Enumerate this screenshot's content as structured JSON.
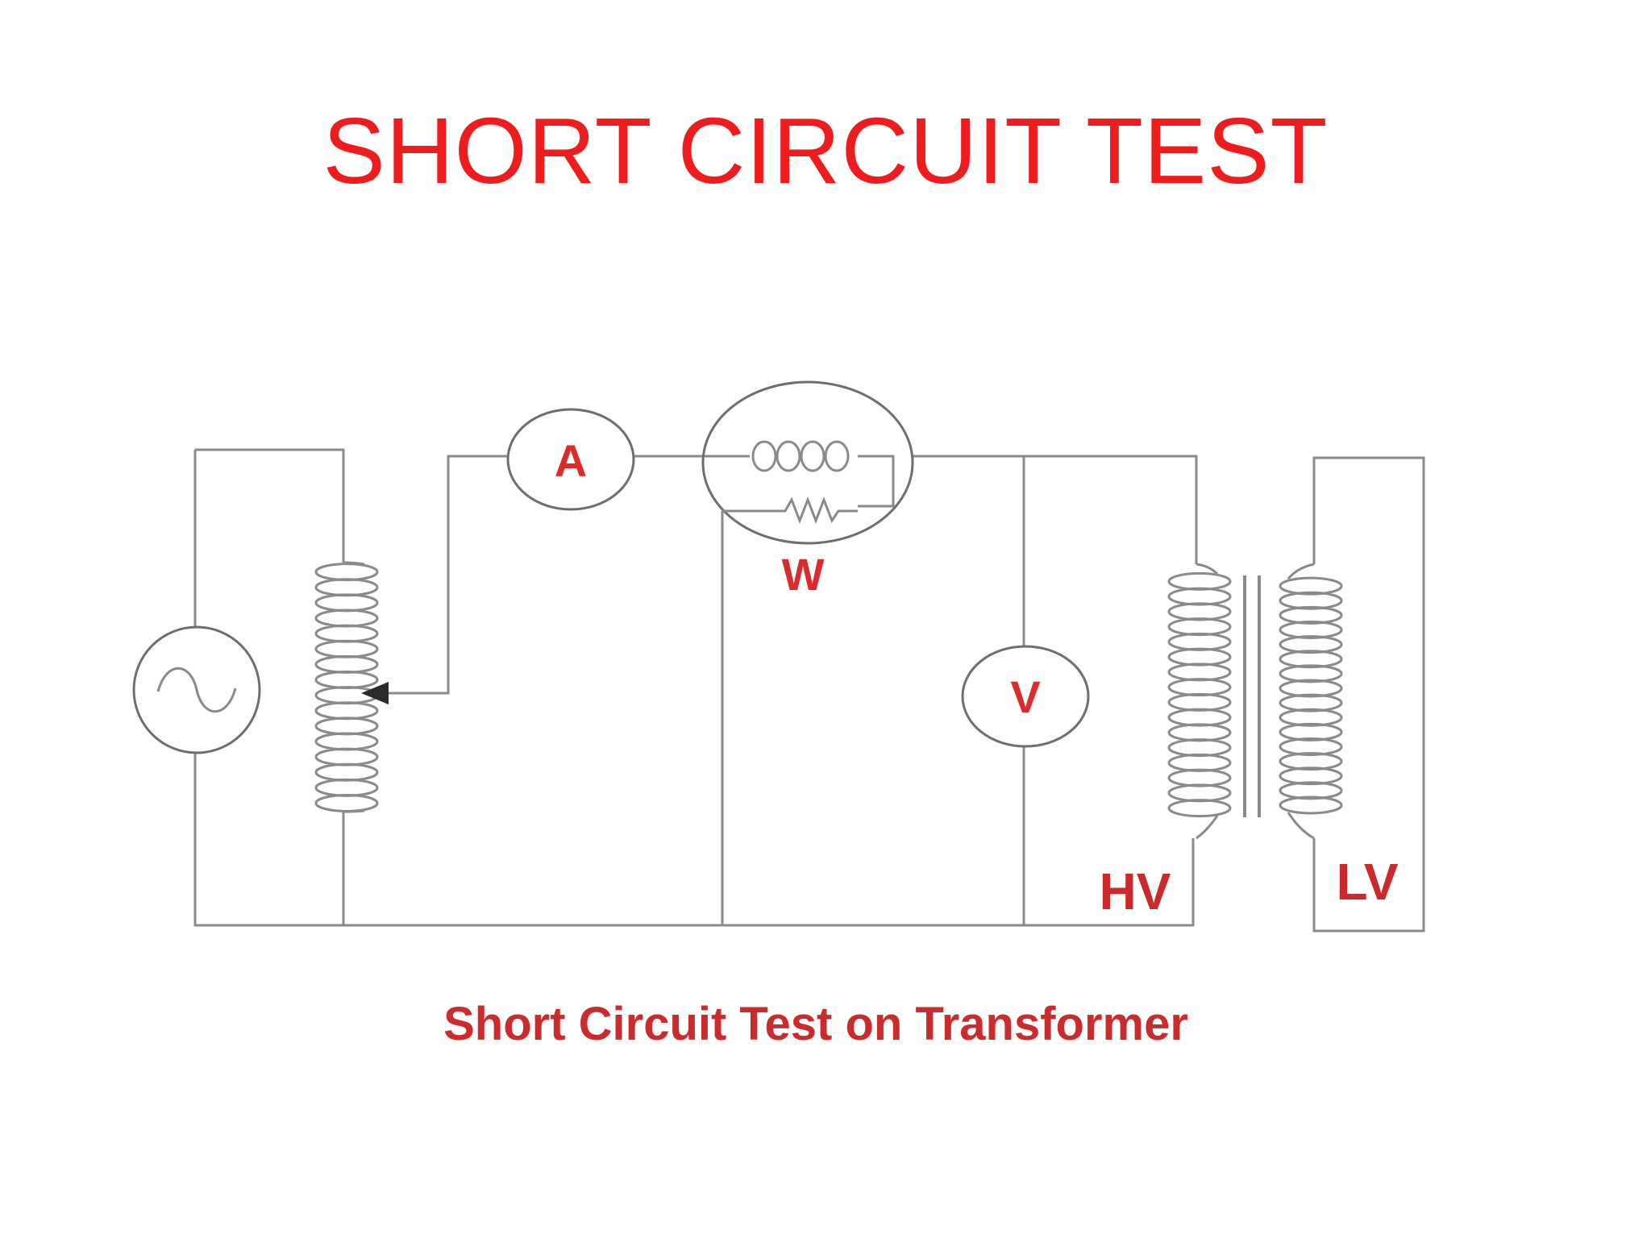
{
  "slide": {
    "title": "SHORT CIRCUIT TEST"
  },
  "diagram": {
    "ammeter_label": "A",
    "wattmeter_label": "W",
    "voltmeter_label": "V",
    "hv_label": "HV",
    "lv_label": "LV",
    "caption": "Short Circuit Test on Transformer"
  },
  "colors": {
    "title": "#ee1c1c",
    "labels": "#cc2a2a",
    "wires": "#8a8a8a"
  },
  "icons": [
    "ac-source-icon",
    "autotransformer-icon",
    "ammeter-icon",
    "wattmeter-icon",
    "voltmeter-icon",
    "transformer-icon"
  ]
}
